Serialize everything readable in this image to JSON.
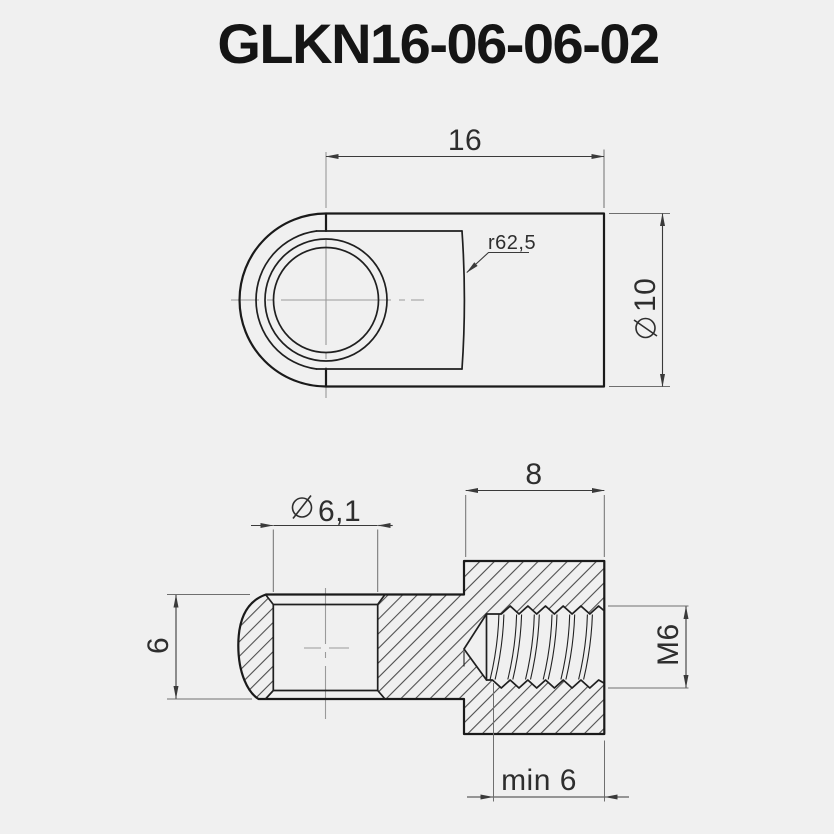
{
  "title": "GLKN16-06-06-02",
  "top_view": {
    "length": "16",
    "diameter": "10",
    "radius_label": "r62,5"
  },
  "section_view": {
    "hole_diameter": "6,1",
    "thickness": "6",
    "head_width": "8",
    "thread": "M6",
    "thread_depth": "min 6"
  },
  "symbols": {
    "diameter": "⌀"
  },
  "colors": {
    "background": "#f0f0f0",
    "part_edges": "#1a1a1a",
    "dimension_lines": "#3a3a3a",
    "centerlines": "#9a9a9a",
    "hatching": "#3e3e3e",
    "text": "#2e2e2e"
  }
}
